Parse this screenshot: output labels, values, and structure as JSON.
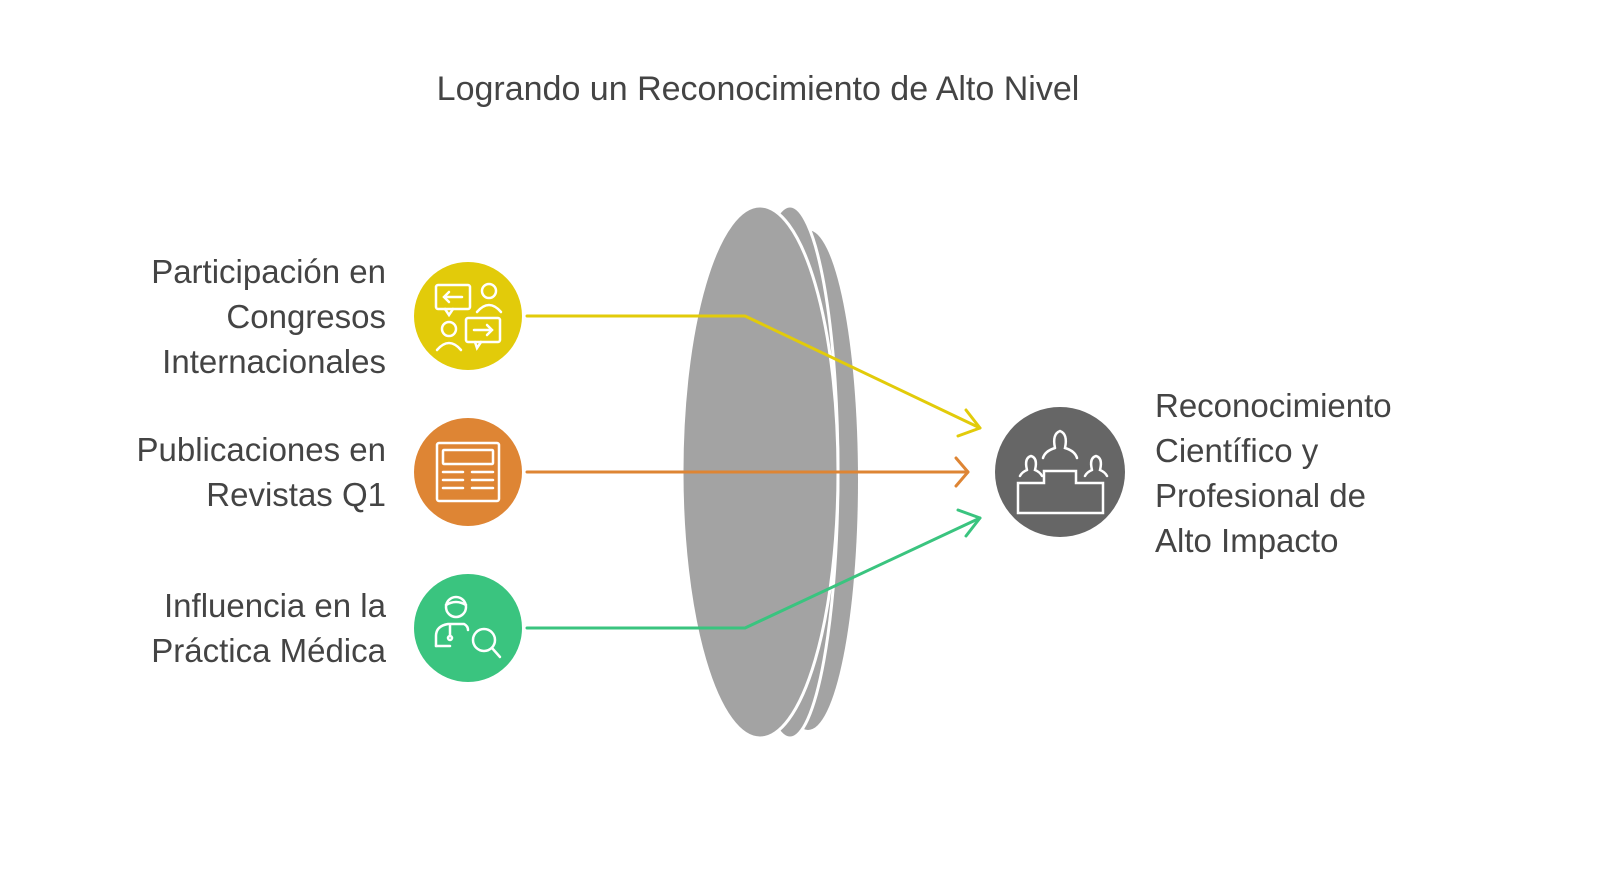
{
  "title": "Logrando un Reconocimiento de Alto Nivel",
  "inputs": [
    {
      "lines": [
        "Participación en",
        "Congresos",
        "Internacionales"
      ],
      "color": "#E2CB0A",
      "icon": "conference-discussion-icon"
    },
    {
      "lines": [
        "Publicaciones en",
        "Revistas Q1"
      ],
      "color": "#DE8534",
      "icon": "journal-article-icon"
    },
    {
      "lines": [
        "Influencia en la",
        "Práctica Médica"
      ],
      "color": "#3AC47F",
      "icon": "doctor-search-icon"
    }
  ],
  "lens": {
    "color": "#A3A3A3"
  },
  "output": {
    "lines": [
      "Reconocimiento",
      "Científico y",
      "Profesional de",
      "Alto Impacto"
    ],
    "color": "#666666",
    "icon": "podium-people-icon"
  }
}
